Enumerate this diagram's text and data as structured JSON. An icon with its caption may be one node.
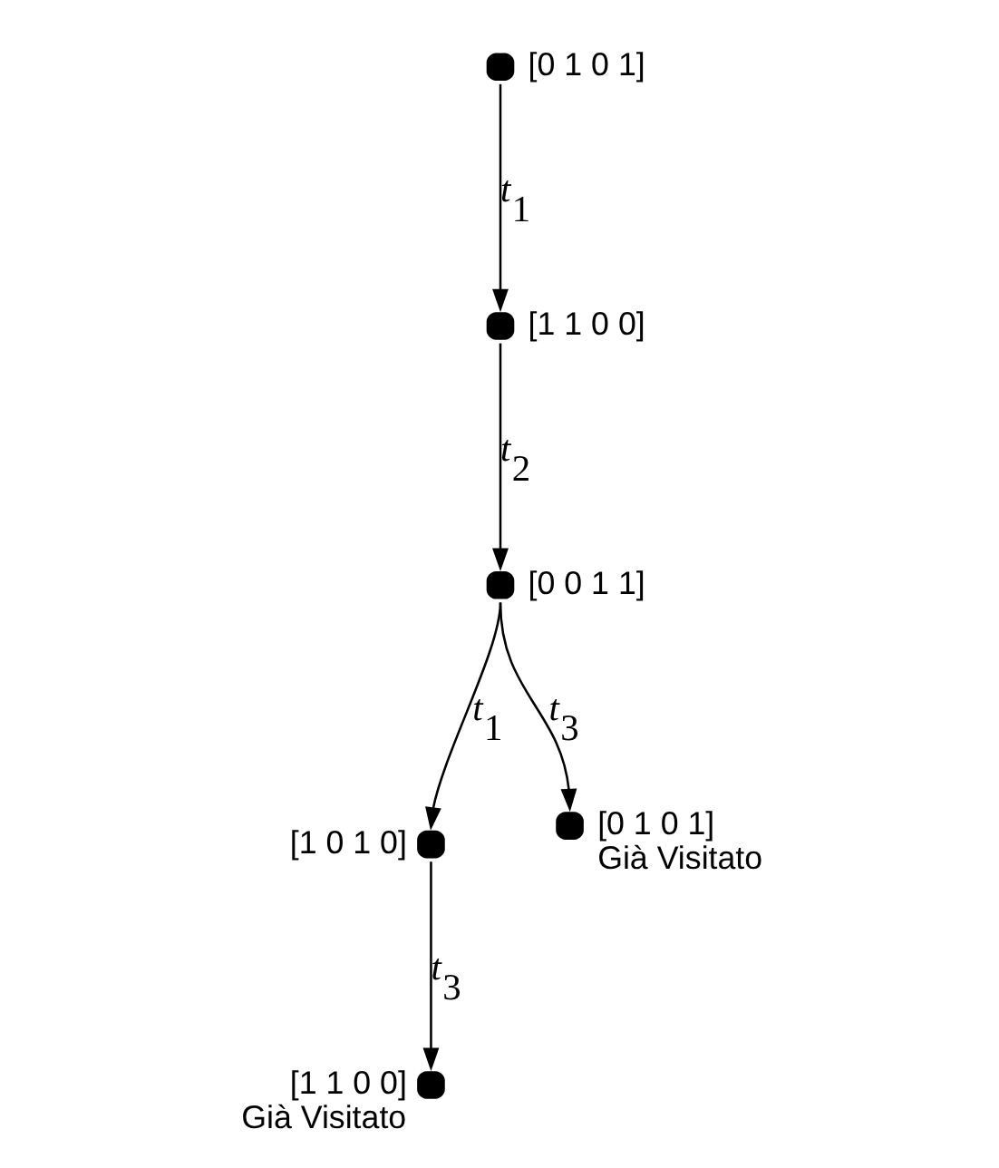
{
  "diagram": {
    "nodes": [
      {
        "text": [],
        "shape": "circle",
        "beside": [
          "[0 1 0 1]"
        ]
      },
      {
        "text": [],
        "shape": "circle",
        "beside": [
          "[1 1 0 0]"
        ]
      },
      {
        "text": [],
        "shape": "circle",
        "beside": [
          "[0 0 1 1]"
        ]
      },
      {
        "text": [],
        "shape": "circle",
        "beside": [
          "[1 0 1 0]"
        ]
      },
      {
        "text": [],
        "shape": "circle",
        "beside": [
          "[0 1 0 1]",
          "Già Visitato"
        ]
      },
      {
        "text": [],
        "shape": "circle",
        "beside": [
          "[1 1 0 0]",
          "Già Visitato"
        ]
      }
    ],
    "edges": [
      {
        "from": 0,
        "to": 1,
        "arrow": "to",
        "label": "*t*$_{1}$"
      },
      {
        "from": 1,
        "to": 2,
        "arrow": "to",
        "label": "*t*$_{2}$"
      },
      {
        "from": 2,
        "to": 3,
        "arrow": "to",
        "label": "*t*$_{1}$"
      },
      {
        "from": 2,
        "to": 4,
        "arrow": "to",
        "label": "*t*$_{3}$"
      },
      {
        "from": 3,
        "to": 5,
        "arrow": "to",
        "label": "*t*$_{3}$"
      }
    ]
  }
}
